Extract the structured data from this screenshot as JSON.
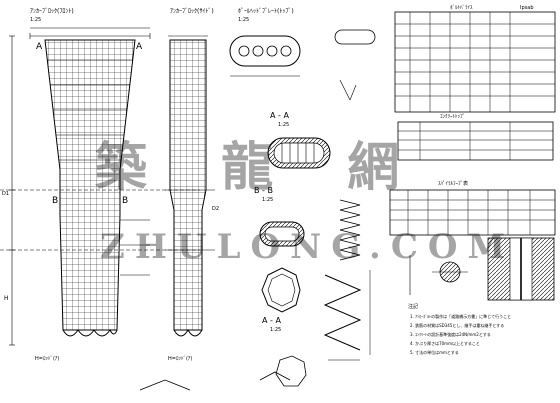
{
  "drawing": {
    "front_elevation_title": "ｱﾝｶｰﾌﾞﾛｯｸ(ﾌﾛﾝﾄ)",
    "front_scale": "1:25",
    "side_elevation_title": "ｱﾝｶｰﾌﾞﾛｯｸ(ｻｲﾄﾞ)",
    "top_view_title": "ﾎﾟｰﾙﾍｯﾄﾞﾌﾟﾚｰﾄ(ﾄｯﾌﾟ)",
    "top_view_scale": "1:25",
    "section_aa_title": "A - A",
    "section_aa_scale": "1:25",
    "section_bb_title": "B - B",
    "section_bb_scale": "1:25",
    "section_aa2_title": "A - A",
    "section_aa2_scale": "1:25",
    "label_a": "A",
    "label_b": "B",
    "label_h": "H",
    "label_d1": "D1",
    "label_d2": "D2",
    "base_note_front": "H=ﾛｯﾄﾞ(ｱ)",
    "base_note_side": "H=ﾛｯﾄﾞ(ｱ)",
    "table_header_label": "Ipsab",
    "table1_title": "ﾎﾞﾙﾄﾊﾞﾗｲｽ",
    "table2_title": "ｺﾝｸﾘｰﾄﾄｯﾌﾟ",
    "table3_title": "ｽﾊﾟｲﾗﾙﾌｰﾌﾟ表",
    "notes_title": "注記",
    "notes": [
      "1. ｱﾝｶｰﾎﾞﾙﾄの製作は「道路橋示方書」に準じて行うこと",
      "2. 鉄筋の材質はSD345とし、継手は重ね継手とする",
      "3. ｺﾝｸﾘｰﾄの設計基準強度は24N/mm2とする",
      "4. かぶり厚さは70mm以上とすること",
      "5. 寸法の単位はmmとする"
    ]
  },
  "watermark": {
    "cjk": "築 龍 網",
    "latin": "ZHULONG.COM"
  }
}
